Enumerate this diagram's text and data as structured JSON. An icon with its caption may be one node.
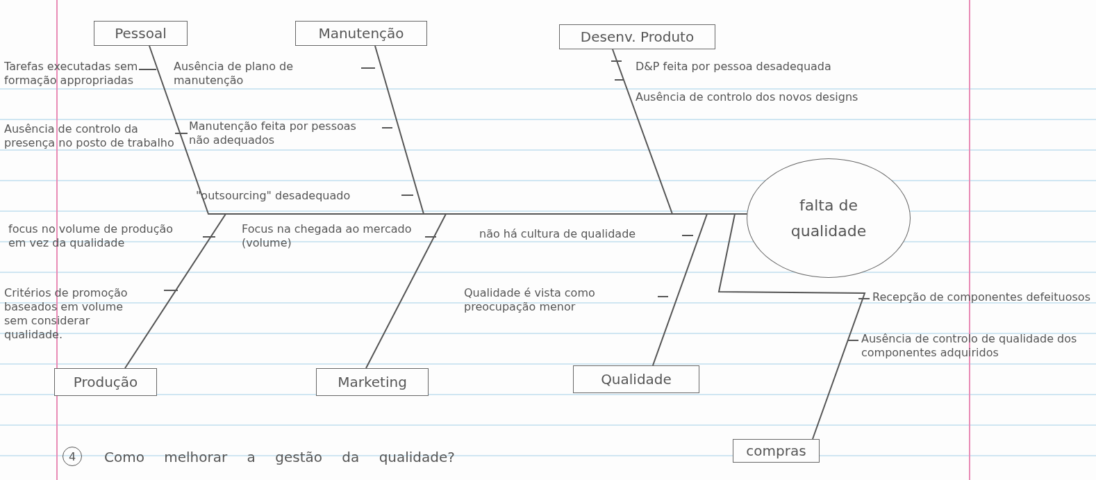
{
  "diagram": {
    "nodes": [
      {
        "text": [
          "Pessoal"
        ]
      },
      {
        "text": [
          "Manutenção"
        ]
      },
      {
        "text": [
          "Desenv. Produto"
        ]
      },
      {
        "text": [
          "falta de qualidade"
        ]
      },
      {
        "text": [
          "Produção"
        ]
      },
      {
        "text": [
          "Marketing"
        ]
      },
      {
        "text": [
          "Qualidade"
        ]
      },
      {
        "text": [
          "compras"
        ]
      }
    ],
    "edges": [
      {
        "from": 0,
        "to": 3,
        "arrow": "none"
      },
      {
        "from": 1,
        "to": 3,
        "arrow": "none"
      },
      {
        "from": 2,
        "to": 3,
        "arrow": "none"
      },
      {
        "from": 4,
        "to": 3,
        "arrow": "none"
      },
      {
        "from": 5,
        "to": 3,
        "arrow": "none"
      },
      {
        "from": 6,
        "to": 3,
        "arrow": "none"
      },
      {
        "from": 7,
        "to": 3,
        "arrow": "none"
      }
    ],
    "labels": [
      "Tarefas executadas sem formação appropriadas",
      "Ausência de plano de manutenção",
      "Ausência de controlo da presença no posto de trabalho",
      "Manutenção feita por pessoas não adequados",
      "\"outsourcing\" desadequado",
      "D&P feita por pessoa desadequada",
      "Ausência de controlo dos novos designs",
      "focus no volume de produção em vez da qualidade",
      "Focus na chegada ao mercado (volume)",
      "não há cultura de qualidade",
      "Critérios de promoção baseados em volume sem considerar qualidade.",
      "Qualidade é vista como preocupação menor",
      "Recepção de componentes defeituosos",
      "Ausência de controlo de qualidade dos componentes adquiridos",
      "4",
      "Como melhorar a gestão da qualidade?"
    ]
  }
}
